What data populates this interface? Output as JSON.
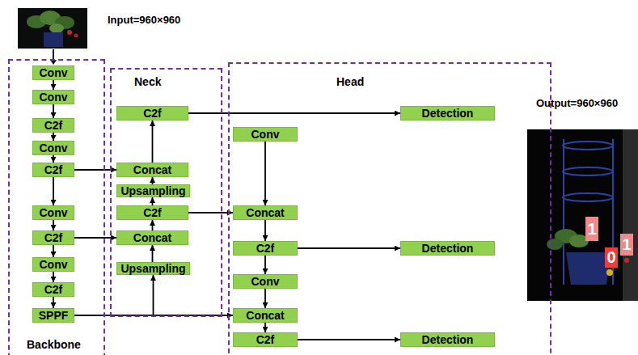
{
  "diagram": {
    "nodes": [
      {
        "text": [
          "Backbone"
        ]
      },
      {
        "text": [
          "Conv"
        ],
        "in": 0
      },
      {
        "text": [
          "Conv"
        ],
        "in": 0
      },
      {
        "text": [
          "C2f"
        ],
        "in": 0
      },
      {
        "text": [
          "Conv"
        ],
        "in": 0
      },
      {
        "text": [
          "C2f"
        ],
        "in": 0
      },
      {
        "text": [
          "Conv"
        ],
        "in": 0
      },
      {
        "text": [
          "C2f"
        ],
        "in": 0
      },
      {
        "text": [
          "Conv"
        ],
        "in": 0
      },
      {
        "text": [
          "C2f"
        ],
        "in": 0
      },
      {
        "text": [
          "SPPF"
        ],
        "in": 0
      },
      {
        "text": [
          "Neck"
        ]
      },
      {
        "text": [
          "C2f"
        ],
        "in": 11
      },
      {
        "text": [
          "Concat"
        ],
        "in": 11
      },
      {
        "text": [
          "Upsampling"
        ],
        "in": 11
      },
      {
        "text": [
          "C2f"
        ],
        "in": 11
      },
      {
        "text": [
          "Concat"
        ],
        "in": 11
      },
      {
        "text": [
          "Upsampling"
        ],
        "in": 11
      },
      {
        "text": [
          "Head"
        ]
      },
      {
        "text": [
          "Conv"
        ],
        "in": 18
      },
      {
        "text": [
          "Concat"
        ],
        "in": 18
      },
      {
        "text": [
          "C2f"
        ],
        "in": 18
      },
      {
        "text": [
          "Conv"
        ],
        "in": 18
      },
      {
        "text": [
          "Concat"
        ],
        "in": 18
      },
      {
        "text": [
          "C2f"
        ],
        "in": 18
      },
      {
        "text": [
          "Detection"
        ],
        "in": 18
      },
      {
        "text": [
          "Detection"
        ],
        "in": 18
      },
      {
        "text": [
          "Detection"
        ],
        "in": 18
      }
    ],
    "edges": [
      {
        "from": 1,
        "to": 2,
        "arrow": "to"
      },
      {
        "from": 2,
        "to": 3,
        "arrow": "to"
      },
      {
        "from": 3,
        "to": 4,
        "arrow": "to"
      },
      {
        "from": 4,
        "to": 5,
        "arrow": "to"
      },
      {
        "from": 5,
        "to": 6,
        "arrow": "to"
      },
      {
        "from": 6,
        "to": 7,
        "arrow": "to"
      },
      {
        "from": 7,
        "to": 8,
        "arrow": "to"
      },
      {
        "from": 8,
        "to": 9,
        "arrow": "to"
      },
      {
        "from": 9,
        "to": 10,
        "arrow": "to"
      },
      {
        "from": 5,
        "to": 13,
        "arrow": "to"
      },
      {
        "from": 7,
        "to": 16,
        "arrow": "to"
      },
      {
        "from": 10,
        "to": 17,
        "arrow": "to"
      },
      {
        "from": 10,
        "to": 23,
        "arrow": "to"
      },
      {
        "from": 17,
        "to": 16,
        "arrow": "to"
      },
      {
        "from": 16,
        "to": 15,
        "arrow": "to"
      },
      {
        "from": 15,
        "to": 14,
        "arrow": "to"
      },
      {
        "from": 14,
        "to": 13,
        "arrow": "to"
      },
      {
        "from": 13,
        "to": 12,
        "arrow": "to"
      },
      {
        "from": 12,
        "to": 25,
        "arrow": "to"
      },
      {
        "from": 19,
        "to": 20,
        "arrow": "to"
      },
      {
        "from": 15,
        "to": 20,
        "arrow": "to"
      },
      {
        "from": 20,
        "to": 21,
        "arrow": "to"
      },
      {
        "from": 21,
        "to": 26,
        "arrow": "to"
      },
      {
        "from": 21,
        "to": 22,
        "arrow": "to"
      },
      {
        "from": 22,
        "to": 23,
        "arrow": "to"
      },
      {
        "from": 23,
        "to": 24,
        "arrow": "to"
      },
      {
        "from": 24,
        "to": 27,
        "arrow": "to"
      }
    ],
    "labels": [
      "Input=960×960",
      "Output=960×960",
      "1",
      "0",
      "1"
    ]
  }
}
